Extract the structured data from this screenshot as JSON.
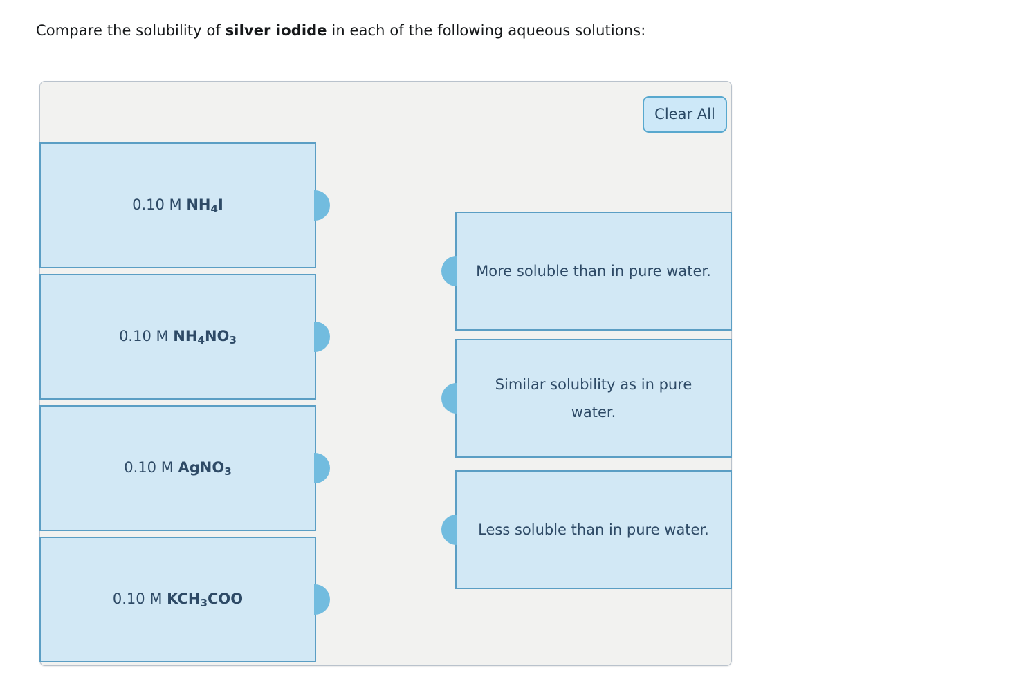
{
  "question": {
    "prefix": "Compare the solubility of ",
    "emphasis": "silver iodide",
    "suffix": " in each of the following aqueous solutions:"
  },
  "panel": {
    "clear_all_label": "Clear All",
    "background_color": "#f2f2f0",
    "border_color": "#b9c2cc"
  },
  "colors": {
    "tile_fill": "#d2e8f5",
    "tile_border": "#5b9ec4",
    "tile_text": "#2e4a66",
    "knob": "#72bcdf",
    "button_fill": "#cde8f8",
    "button_border": "#58a8ce"
  },
  "sources": [
    {
      "concentration": "0.10 M ",
      "formula_base_1": "NH",
      "formula_sub_1": "4",
      "formula_base_2": "I",
      "formula_sub_2": "",
      "formula_base_3": "",
      "plain": "0.10 M NH4I"
    },
    {
      "concentration": "0.10 M ",
      "formula_base_1": "NH",
      "formula_sub_1": "4",
      "formula_base_2": "NO",
      "formula_sub_2": "3",
      "formula_base_3": "",
      "plain": "0.10 M NH4NO3"
    },
    {
      "concentration": "0.10 M ",
      "formula_base_1": "AgNO",
      "formula_sub_1": "3",
      "formula_base_2": "",
      "formula_sub_2": "",
      "formula_base_3": "",
      "plain": "0.10 M AgNO3"
    },
    {
      "concentration": "0.10 M ",
      "formula_base_1": "KCH",
      "formula_sub_1": "3",
      "formula_base_2": "COO",
      "formula_sub_2": "",
      "formula_base_3": "",
      "plain": "0.10 M KCH3COO"
    }
  ],
  "targets": [
    {
      "label": "More soluble than in pure water."
    },
    {
      "label": "Similar solubility as in pure water."
    },
    {
      "label": "Less soluble than in pure water."
    }
  ]
}
